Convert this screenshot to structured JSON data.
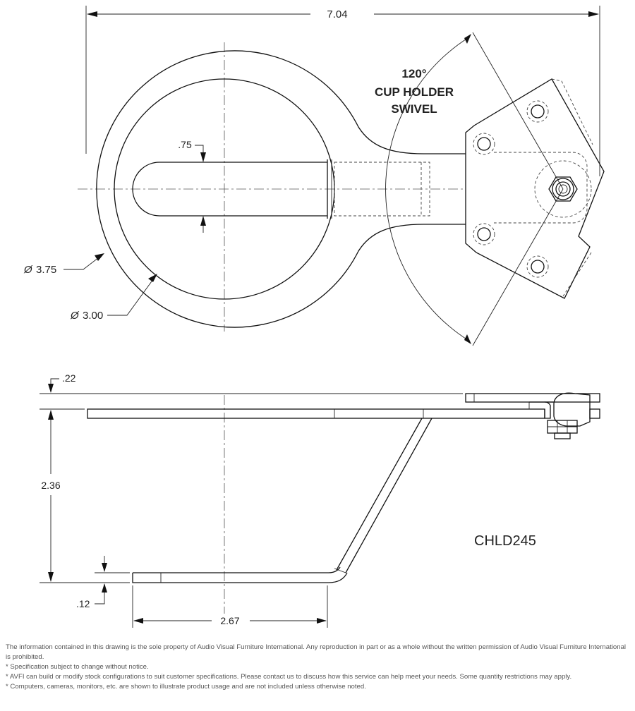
{
  "dimensions": {
    "overall_width": "7.04",
    "slot_width": ".75",
    "outer_diameter": "3.75",
    "inner_diameter": "3.00",
    "diameter_symbol": "Ø",
    "plate_thickness": ".22",
    "height": "2.36",
    "bottom_thickness": ".12",
    "bottom_length": "2.67"
  },
  "swivel_callout": {
    "line1": "120°",
    "line2": "CUP HOLDER",
    "line3": "SWIVEL"
  },
  "part_number": "CHLD245",
  "notes": [
    "The information contained in this drawing is the sole property of Audio Visual Furniture International. Any reproduction in part or as a whole without the written permission of Audio Visual Furniture International is prohibited.",
    "* Specification subject to change without notice.",
    "* AVFI can build or modify stock configurations to suit customer specifications. Please contact us to discuss how this service can help meet your needs. Some quantity restrictions may apply.",
    "* Computers, cameras, monitors, etc. are shown to illustrate product usage and are not included unless otherwise noted."
  ]
}
